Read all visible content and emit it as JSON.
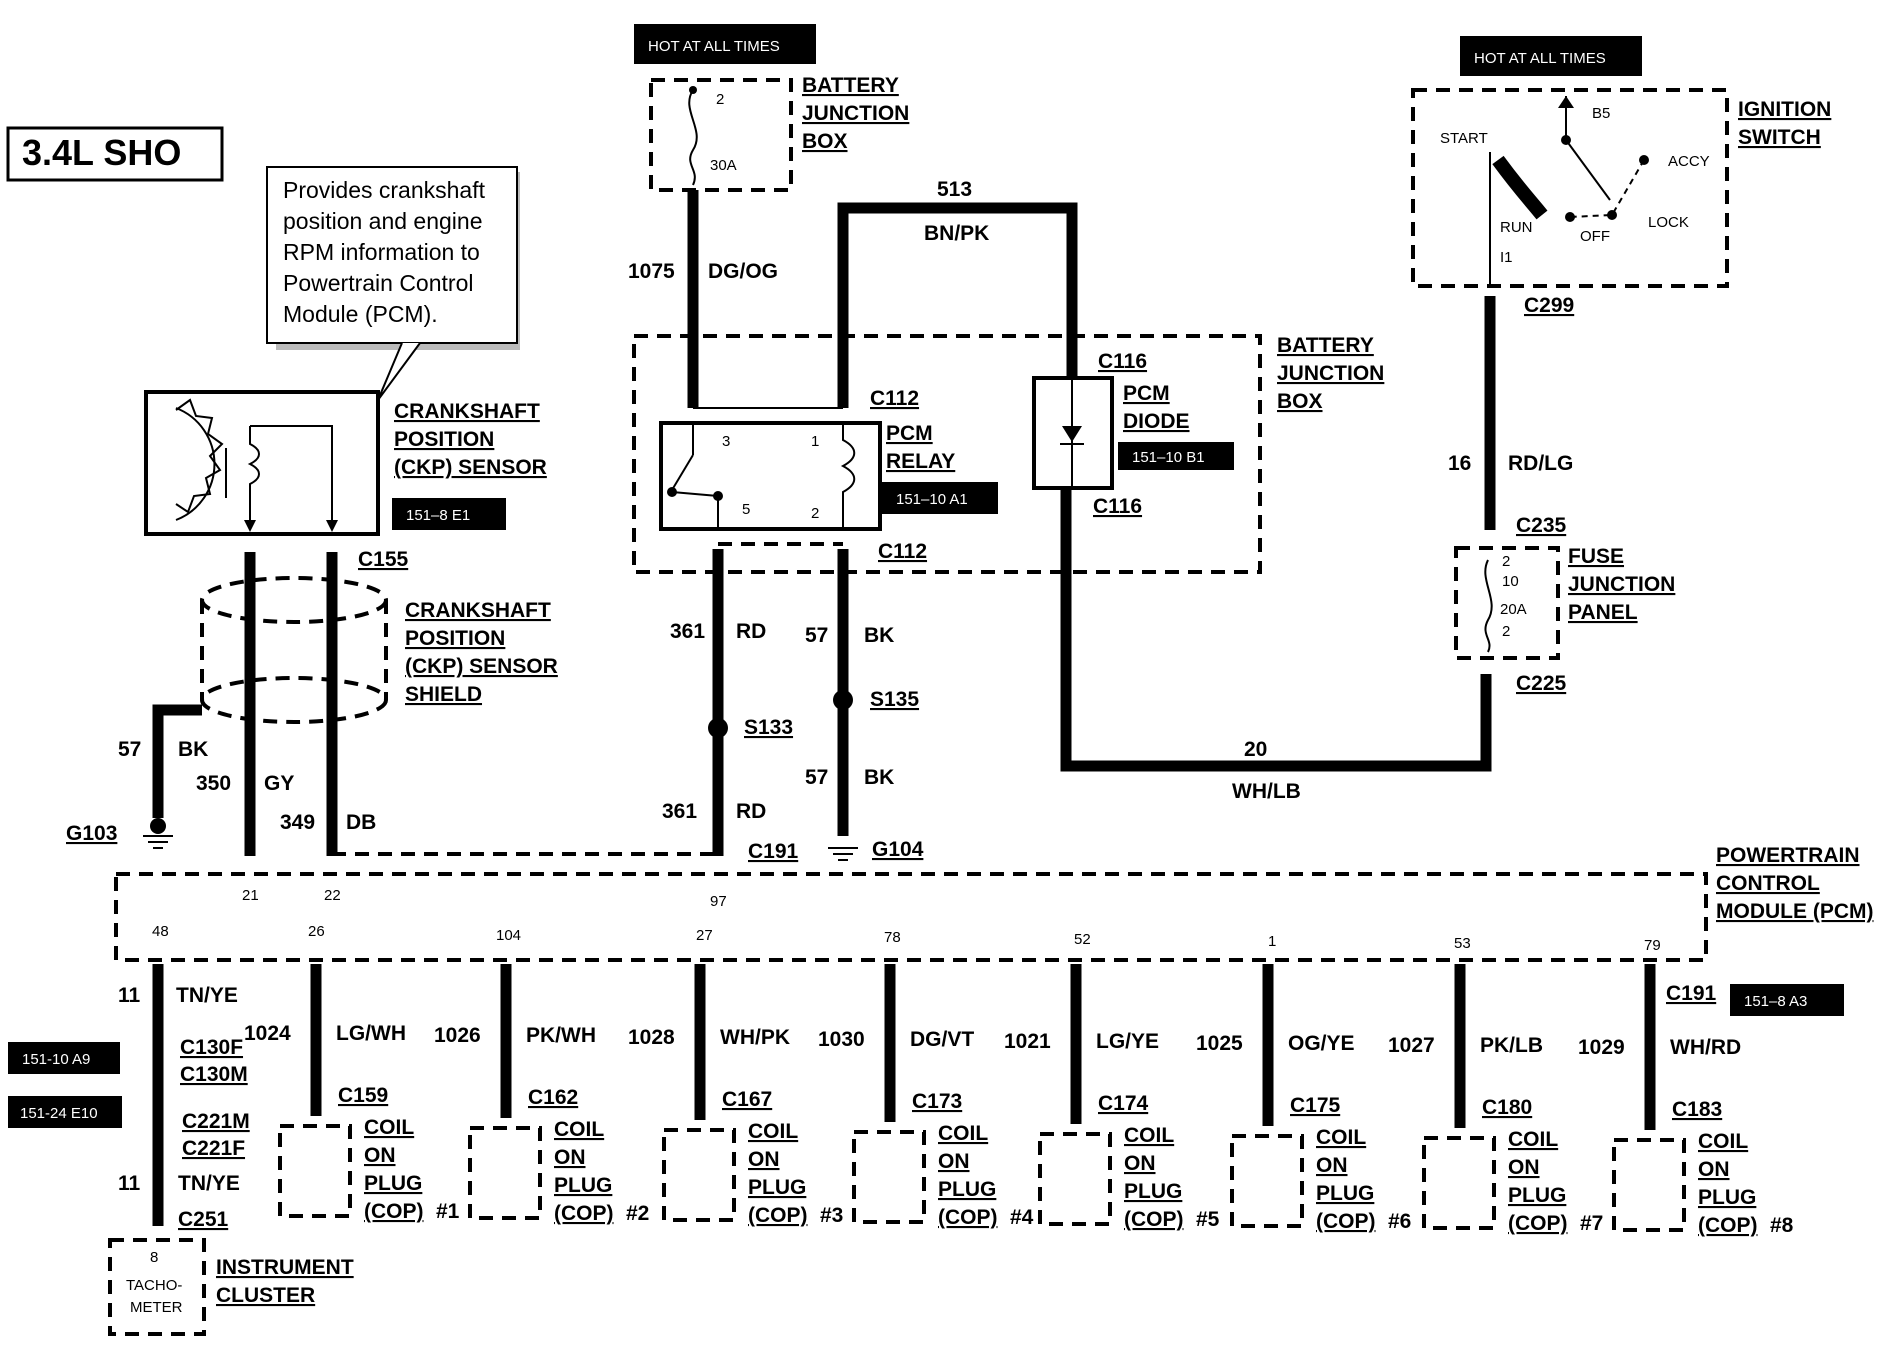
{
  "title": "3.4L SHO",
  "note": [
    "Provides crankshaft",
    "position and engine",
    "RPM information to",
    "Powertrain Control",
    "Module (PCM)."
  ],
  "hot_label_1": "HOT AT ALL TIMES",
  "hot_label_2": "HOT AT ALL TIMES",
  "bjb_top": {
    "fuse_pin": "2",
    "fuse_amp": "30A",
    "label": [
      "BATTERY",
      "JUNCTION",
      "BOX"
    ]
  },
  "ignition": {
    "label": [
      "IGNITION",
      "SWITCH"
    ],
    "start": "START",
    "b5": "B5",
    "accy": "ACCY",
    "run": "RUN",
    "off": "OFF",
    "lock": "LOCK",
    "i1": "I1"
  },
  "ckp": {
    "label": [
      "CRANKSHAFT",
      "POSITION",
      "(CKP) SENSOR"
    ],
    "ref": "151–8 E1",
    "connector": "C155",
    "shield": [
      "CRANKSHAFT",
      "POSITION",
      "(CKP) SENSOR",
      "SHIELD"
    ]
  },
  "bjb_mid": {
    "label": [
      "BATTERY",
      "JUNCTION",
      "BOX"
    ]
  },
  "pcm_relay": {
    "label": [
      "PCM",
      "RELAY"
    ],
    "ref": "151–10 A1",
    "c_top": "C112",
    "c_bot": "C112",
    "p3": "3",
    "p1": "1",
    "p5": "5",
    "p2": "2"
  },
  "pcm_diode": {
    "label": [
      "PCM",
      "DIODE"
    ],
    "ref": "151–10 B1",
    "c_top": "C116",
    "c_bot": "C116"
  },
  "fjp": {
    "label": [
      "FUSE",
      "JUNCTION",
      "PANEL"
    ],
    "p_top": "2",
    "fuse_no": "10",
    "amp": "20A",
    "p_bot": "2",
    "c_top": "C235",
    "c_bot": "C225"
  },
  "c299": "C299",
  "wires": {
    "w1075": "1075",
    "w1075c": "DG/OG",
    "w513": "513",
    "w513c": "BN/PK",
    "w16": "16",
    "w16c": "RD/LG",
    "w20": "20",
    "w20c": "WH/LB",
    "w361a": "361",
    "w361ac": "RD",
    "w361b": "361",
    "w361bc": "RD",
    "w57a": "57",
    "w57ac": "BK",
    "w57b": "57",
    "w57bc": "BK",
    "w57g": "57",
    "w57gc": "BK",
    "w350": "350",
    "w350c": "GY",
    "w349": "349",
    "w349c": "DB"
  },
  "splices": {
    "s133": "S133",
    "s135": "S135"
  },
  "grounds": {
    "g103": "G103",
    "g104": "G104"
  },
  "c191_top": "C191",
  "pcm": {
    "label": [
      "POWERTRAIN",
      "CONTROL",
      "MODULE (PCM)"
    ],
    "pins_top": [
      "21",
      "22",
      "97"
    ],
    "pins_bot": [
      "48",
      "26",
      "104",
      "27",
      "78",
      "52",
      "1",
      "53",
      "79"
    ]
  },
  "c191_bot": "C191",
  "ref_151_8_a3": "151–8 A3",
  "tach": {
    "wire": "11",
    "color": "TN/YE",
    "c130f": "C130F",
    "c130m": "C130M",
    "c221m": "C221M",
    "c221f": "C221F",
    "wire2": "11",
    "color2": "TN/YE",
    "c251": "C251",
    "ref1": "151-10 A9",
    "ref2": "151-24 E10",
    "pin": "8",
    "tacho": [
      "TACHO-",
      "METER"
    ],
    "label": [
      "INSTRUMENT",
      "CLUSTER"
    ]
  },
  "coils": [
    {
      "wire": "1024",
      "color": "LG/WH",
      "conn": "C159",
      "num": "#1"
    },
    {
      "wire": "1026",
      "color": "PK/WH",
      "conn": "C162",
      "num": "#2"
    },
    {
      "wire": "1028",
      "color": "WH/PK",
      "conn": "C167",
      "num": "#3"
    },
    {
      "wire": "1030",
      "color": "DG/VT",
      "conn": "C173",
      "num": "#4"
    },
    {
      "wire": "1021",
      "color": "LG/YE",
      "conn": "C174",
      "num": "#5"
    },
    {
      "wire": "1025",
      "color": "OG/YE",
      "conn": "C175",
      "num": "#6"
    },
    {
      "wire": "1027",
      "color": "PK/LB",
      "conn": "C180",
      "num": "#7"
    },
    {
      "wire": "1029",
      "color": "WH/RD",
      "conn": "C183",
      "num": "#8"
    }
  ],
  "coil_text": [
    "COIL",
    "ON",
    "PLUG",
    "(COP)"
  ]
}
